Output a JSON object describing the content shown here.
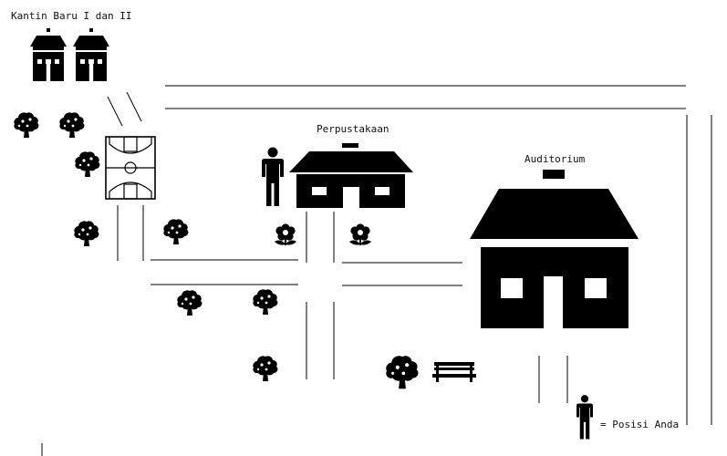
{
  "map": {
    "labels": {
      "canteen": "Kantin Baru I dan II",
      "library": "Perpustakaan",
      "auditorium": "Auditorium",
      "legend": "= Posisi Anda"
    },
    "icons": {
      "canteen_building": "house-icon",
      "tree": "tree-icon",
      "flower": "flower-icon",
      "bench": "bench-icon",
      "person": "person-icon",
      "court": "basketball-court-icon"
    },
    "colors": {
      "ink": "#000000",
      "background": "#ffffff"
    }
  }
}
